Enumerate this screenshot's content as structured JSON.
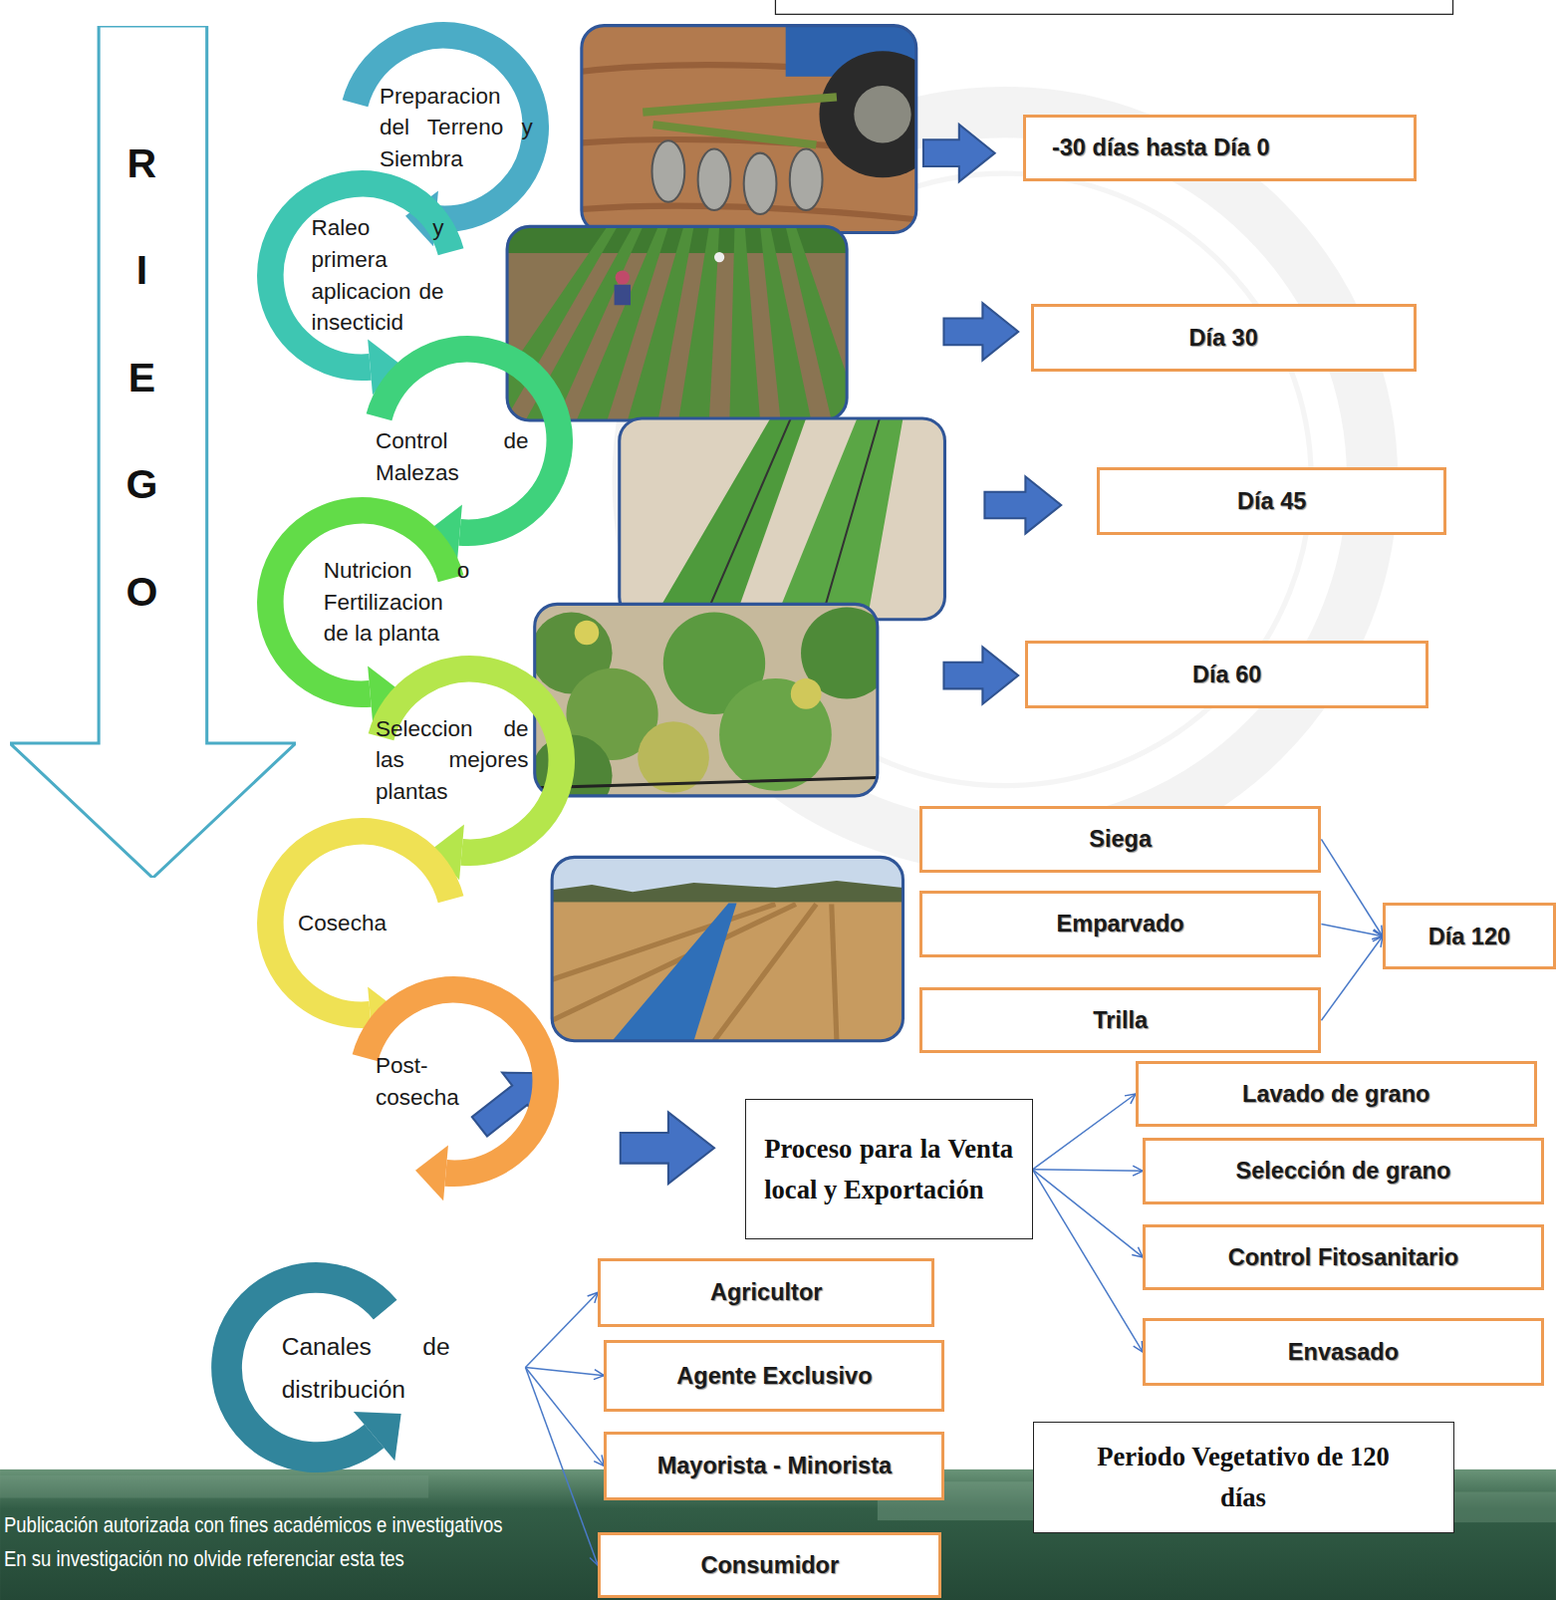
{
  "diagram": {
    "nodes": [
      {
        "text": [
          "RIEGO"
        ]
      },
      {
        "text": [
          "Preparacion del Terreno y Siembra"
        ]
      },
      {
        "text": [
          "-30 días hasta Día 0"
        ]
      },
      {
        "text": [
          "Raleo y primera aplicacion de insecticid"
        ]
      },
      {
        "text": [
          "Día 30"
        ]
      },
      {
        "text": [
          "Control de Malezas"
        ]
      },
      {
        "text": [
          "Día 45"
        ]
      },
      {
        "text": [
          "Nutricion o Fertilizacion de la planta"
        ]
      },
      {
        "text": [
          "Día 60"
        ]
      },
      {
        "text": [
          "Seleccion de las mejores plantas"
        ]
      },
      {
        "text": [
          "Cosecha"
        ]
      },
      {
        "text": [
          "Siega"
        ]
      },
      {
        "text": [
          "Emparvado"
        ]
      },
      {
        "text": [
          "Trilla"
        ]
      },
      {
        "text": [
          "Día 120"
        ]
      },
      {
        "text": [
          "Post-cosecha"
        ]
      },
      {
        "text": [
          "Proceso para la Venta local y Exportación"
        ]
      },
      {
        "text": [
          "Lavado de grano"
        ]
      },
      {
        "text": [
          "Selección de grano"
        ]
      },
      {
        "text": [
          "Control Fitosanitario"
        ]
      },
      {
        "text": [
          "Envasado"
        ]
      },
      {
        "text": [
          "Canales de distribución"
        ]
      },
      {
        "text": [
          "Agricultor"
        ]
      },
      {
        "text": [
          "Agente Exclusivo"
        ]
      },
      {
        "text": [
          "Mayorista - Minorista"
        ]
      },
      {
        "text": [
          "Periodo Vegetativo de 120 días"
        ]
      },
      {
        "text": [
          "Consumidor"
        ]
      }
    ],
    "edges": [
      {
        "from": 11,
        "to": 14,
        "arrow": "to"
      },
      {
        "from": 12,
        "to": 14,
        "arrow": "to"
      },
      {
        "from": 13,
        "to": 14,
        "arrow": "to"
      },
      {
        "from": 16,
        "to": 17,
        "arrow": "to"
      },
      {
        "from": 16,
        "to": 18,
        "arrow": "to"
      },
      {
        "from": 16,
        "to": 19,
        "arrow": "to"
      },
      {
        "from": 16,
        "to": 20,
        "arrow": "to"
      },
      {
        "from": 21,
        "to": 22,
        "arrow": "to"
      },
      {
        "from": 21,
        "to": 23,
        "arrow": "to"
      },
      {
        "from": 21,
        "to": 24,
        "arrow": "to"
      },
      {
        "from": 21,
        "to": 26,
        "arrow": "to"
      }
    ],
    "labels": [
      "Publicación autorizada con fines académicos e investigativos",
      "En su investigación no olvide referenciar esta tes"
    ]
  }
}
